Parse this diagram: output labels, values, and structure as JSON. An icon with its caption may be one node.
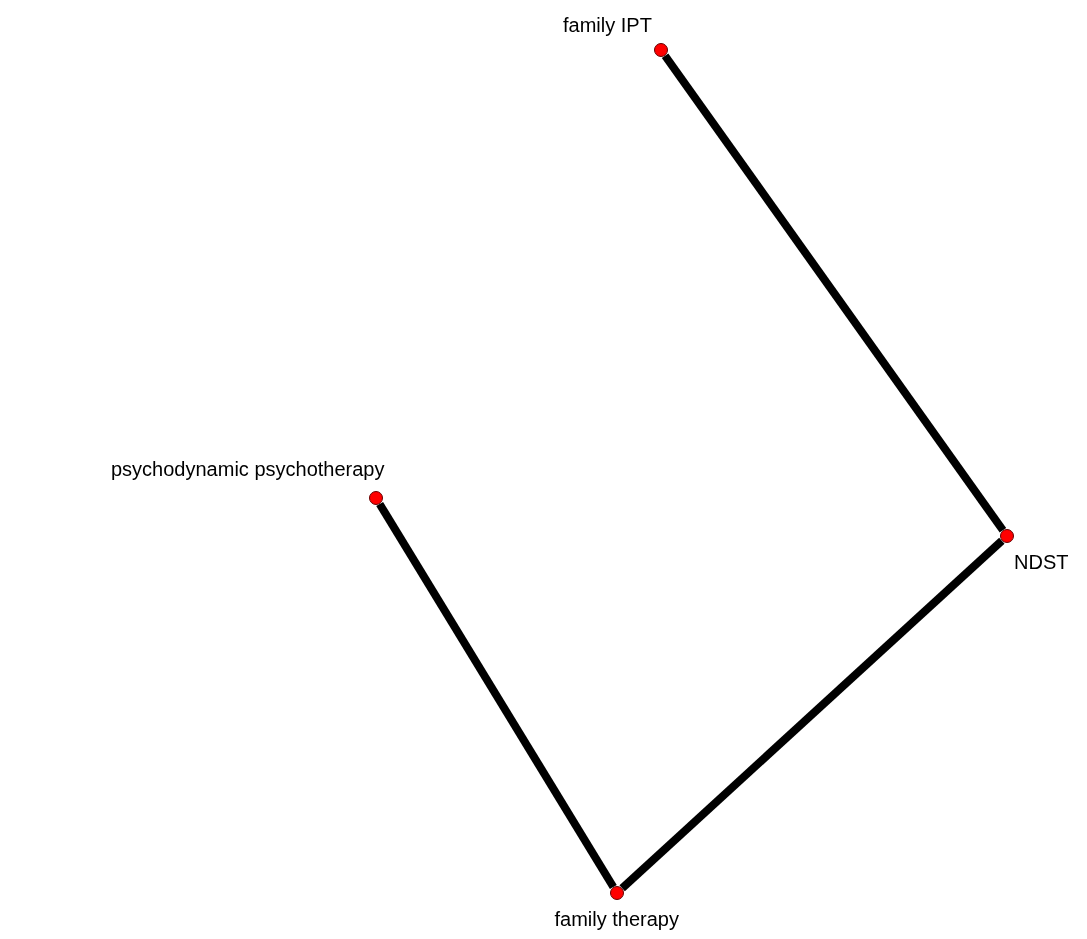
{
  "diagram": {
    "nodes": [
      {
        "text": [
          "family IPT"
        ]
      },
      {
        "text": [
          "psychodynamic psychotherapy"
        ]
      },
      {
        "text": [
          "NDST"
        ]
      },
      {
        "text": [
          "family therapy"
        ]
      }
    ],
    "edges": [
      {
        "from": 0,
        "to": 2,
        "arrow": "none"
      },
      {
        "from": 1,
        "to": 3,
        "arrow": "none"
      },
      {
        "from": 3,
        "to": 2,
        "arrow": "none"
      }
    ]
  }
}
